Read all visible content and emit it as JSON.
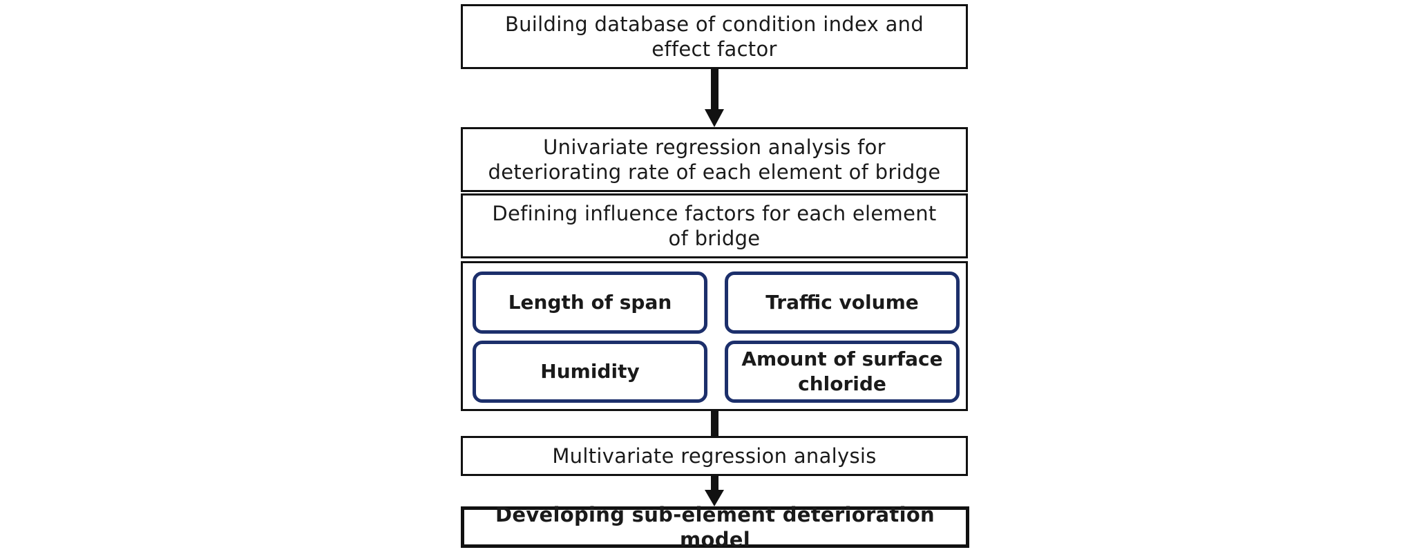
{
  "flowchart": {
    "step1": "Building database of condition index and effect factor",
    "step2": "Univariate regression analysis for deteriorating rate of each element of bridge",
    "step3": "Defining influence factors for each element of bridge",
    "factors": {
      "length_of_span": "Length of span",
      "traffic_volume": "Traffic volume",
      "humidity": "Humidity",
      "surface_chloride": "Amount of surface chloride"
    },
    "step4": "Multivariate regression analysis",
    "step5": "Developing sub-element deterioration model"
  },
  "colors": {
    "box_border": "#111111",
    "factor_border": "#1c2f6b",
    "arrow": "#111111"
  }
}
